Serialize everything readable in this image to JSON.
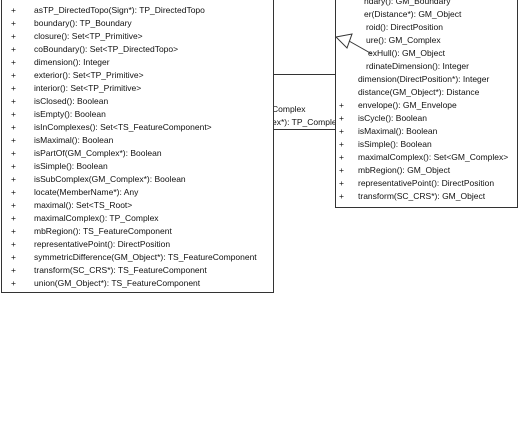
{
  "classes": [
    {
      "id": "left",
      "operations": [
        {
          "visibility": "+",
          "signature": "asTP_DirectedTopo(Sign*): TP_DirectedTopo"
        },
        {
          "visibility": "+",
          "signature": "boundary(): TP_Boundary"
        },
        {
          "visibility": "+",
          "signature": "closure(): Set<TP_Primitive>"
        },
        {
          "visibility": "+",
          "signature": "coBoundary(): Set<TP_DirectedTopo>"
        },
        {
          "visibility": "+",
          "signature": "dimension(): Integer"
        },
        {
          "visibility": "+",
          "signature": "exterior(): Set<TP_Primitive>"
        },
        {
          "visibility": "+",
          "signature": "interior(): Set<TP_Primitive>"
        },
        {
          "visibility": "+",
          "signature": "isClosed(): Boolean"
        },
        {
          "visibility": "+",
          "signature": "isEmpty(): Boolean"
        },
        {
          "visibility": "+",
          "signature": "isInComplexes(): Set<TS_FeatureComponent>"
        },
        {
          "visibility": "+",
          "signature": "isMaximal(): Boolean"
        },
        {
          "visibility": "+",
          "signature": "isPartOf(GM_Complex*): Boolean"
        },
        {
          "visibility": "+",
          "signature": "isSimple(): Boolean"
        },
        {
          "visibility": "+",
          "signature": "isSubComplex(GM_Complex*): Boolean"
        },
        {
          "visibility": "+",
          "signature": "locate(MemberName*): Any"
        },
        {
          "visibility": "+",
          "signature": "maximal(): Set<TS_Root>"
        },
        {
          "visibility": "+",
          "signature": "maximalComplex(): TP_Complex"
        },
        {
          "visibility": "+",
          "signature": "mbRegion(): TS_FeatureComponent"
        },
        {
          "visibility": "+",
          "signature": "representativePoint(): DirectPosition"
        },
        {
          "visibility": "+",
          "signature": "symmetricDifference(GM_Object*): TS_FeatureComponent"
        },
        {
          "visibility": "+",
          "signature": "transform(SC_CRS*): TS_FeatureComponent"
        },
        {
          "visibility": "+",
          "signature": "union(GM_Object*): TS_FeatureComponent"
        }
      ]
    },
    {
      "id": "right",
      "operations": [
        {
          "visibility": "",
          "signature": "ndary(): GM_Boundary"
        },
        {
          "visibility": "",
          "signature": "er(Distance*): GM_Object"
        },
        {
          "visibility": "",
          "signature": "roid(): DirectPosition"
        },
        {
          "visibility": "",
          "signature": "ure(): GM_Complex"
        },
        {
          "visibility": "",
          "signature": "exHull(): GM_Object"
        },
        {
          "visibility": "",
          "signature": "rdinateDimension(): Integer"
        },
        {
          "visibility": "",
          "signature": "dimension(DirectPosition*): Integer"
        },
        {
          "visibility": "",
          "signature": "distance(GM_Object*): Distance"
        },
        {
          "visibility": "+",
          "signature": "envelope(): GM_Envelope"
        },
        {
          "visibility": "+",
          "signature": "isCycle(): Boolean"
        },
        {
          "visibility": "+",
          "signature": "isMaximal(): Boolean"
        },
        {
          "visibility": "+",
          "signature": "isSimple(): Boolean"
        },
        {
          "visibility": "+",
          "signature": "maximalComplex(): Set<GM_Complex>"
        },
        {
          "visibility": "+",
          "signature": "mbRegion(): GM_Object"
        },
        {
          "visibility": "+",
          "signature": "representativePoint(): DirectPosition"
        },
        {
          "visibility": "+",
          "signature": "transform(SC_CRS*): GM_Object"
        }
      ]
    }
  ],
  "middle_fragments": {
    "stub_x": "x",
    "complex_label": "Complex",
    "complex_op": "ex*): TP_Complex"
  },
  "colors": {
    "border": "#333333",
    "text": "#111111",
    "background": "#ffffff"
  }
}
